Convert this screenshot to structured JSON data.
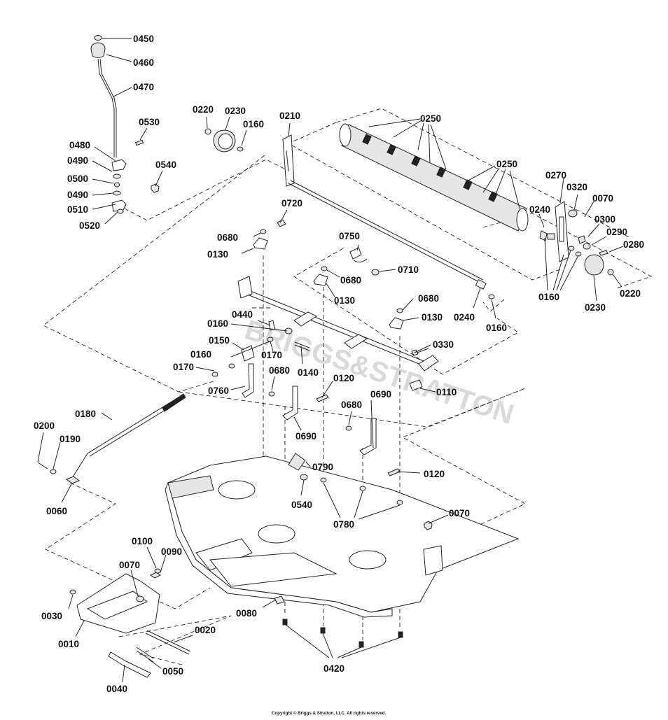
{
  "watermark": "BRIGGS&STRATTON",
  "copyright": "Copyright © Briggs & Stratton, LLC. All rights reserved.",
  "labels": [
    {
      "id": "c0450",
      "text": "0450"
    },
    {
      "id": "c0460",
      "text": "0460"
    },
    {
      "id": "c0470",
      "text": "0470"
    },
    {
      "id": "c0530",
      "text": "0530"
    },
    {
      "id": "c0480",
      "text": "0480"
    },
    {
      "id": "c0490a",
      "text": "0490"
    },
    {
      "id": "c0500",
      "text": "0500"
    },
    {
      "id": "c0490b",
      "text": "0490"
    },
    {
      "id": "c0510",
      "text": "0510"
    },
    {
      "id": "c0520",
      "text": "0520"
    },
    {
      "id": "c0540a",
      "text": "0540"
    },
    {
      "id": "c0220a",
      "text": "0220"
    },
    {
      "id": "c0230a",
      "text": "0230"
    },
    {
      "id": "c0160a",
      "text": "0160"
    },
    {
      "id": "c0210",
      "text": "0210"
    },
    {
      "id": "c0250a",
      "text": "0250"
    },
    {
      "id": "c0250b",
      "text": "0250"
    },
    {
      "id": "c0270",
      "text": "0270"
    },
    {
      "id": "c0320",
      "text": "0320"
    },
    {
      "id": "c0070a",
      "text": "0070"
    },
    {
      "id": "c0240a",
      "text": "0240"
    },
    {
      "id": "c0300",
      "text": "0300"
    },
    {
      "id": "c0290",
      "text": "0290"
    },
    {
      "id": "c0280",
      "text": "0280"
    },
    {
      "id": "c0220b",
      "text": "0220"
    },
    {
      "id": "c0230b",
      "text": "0230"
    },
    {
      "id": "c0160b",
      "text": "0160"
    },
    {
      "id": "c0720",
      "text": "0720"
    },
    {
      "id": "c0680a",
      "text": "0680"
    },
    {
      "id": "c0130a",
      "text": "0130"
    },
    {
      "id": "c0750",
      "text": "0750"
    },
    {
      "id": "c0710",
      "text": "0710"
    },
    {
      "id": "c0680b",
      "text": "0680"
    },
    {
      "id": "c0130b",
      "text": "0130"
    },
    {
      "id": "c0240b",
      "text": "0240"
    },
    {
      "id": "c0160c",
      "text": "0160"
    },
    {
      "id": "c0680c",
      "text": "0680"
    },
    {
      "id": "c0130c",
      "text": "0130"
    },
    {
      "id": "c0440",
      "text": "0440"
    },
    {
      "id": "c0160d",
      "text": "0160"
    },
    {
      "id": "c0150",
      "text": "0150"
    },
    {
      "id": "c0160e",
      "text": "0160"
    },
    {
      "id": "c0170a",
      "text": "0170"
    },
    {
      "id": "c0170b",
      "text": "0170"
    },
    {
      "id": "c0140",
      "text": "0140"
    },
    {
      "id": "c0330",
      "text": "0330"
    },
    {
      "id": "c0760",
      "text": "0760"
    },
    {
      "id": "c0680d",
      "text": "0680"
    },
    {
      "id": "c0120a",
      "text": "0120"
    },
    {
      "id": "c0110",
      "text": "0110"
    },
    {
      "id": "c0690a",
      "text": "0690"
    },
    {
      "id": "c0680e",
      "text": "0680"
    },
    {
      "id": "c0690b",
      "text": "0690"
    },
    {
      "id": "c0180",
      "text": "0180"
    },
    {
      "id": "c0200",
      "text": "0200"
    },
    {
      "id": "c0190",
      "text": "0190"
    },
    {
      "id": "c0060",
      "text": "0060"
    },
    {
      "id": "c0790",
      "text": "0790"
    },
    {
      "id": "c0120b",
      "text": "0120"
    },
    {
      "id": "c0540b",
      "text": "0540"
    },
    {
      "id": "c0780",
      "text": "0780"
    },
    {
      "id": "c0070b",
      "text": "0070"
    },
    {
      "id": "c0100",
      "text": "0100"
    },
    {
      "id": "c0090",
      "text": "0090"
    },
    {
      "id": "c0070c",
      "text": "0070"
    },
    {
      "id": "c0030",
      "text": "0030"
    },
    {
      "id": "c0010",
      "text": "0010"
    },
    {
      "id": "c0080",
      "text": "0080"
    },
    {
      "id": "c0020",
      "text": "0020"
    },
    {
      "id": "c0050",
      "text": "0050"
    },
    {
      "id": "c0040",
      "text": "0040"
    },
    {
      "id": "c0420",
      "text": "0420"
    }
  ]
}
